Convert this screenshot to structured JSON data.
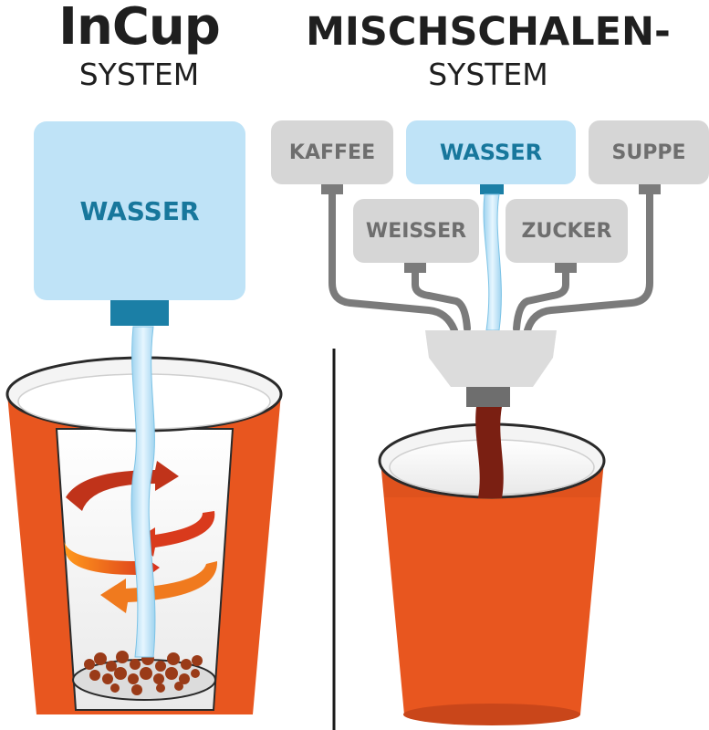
{
  "incup": {
    "title": "InCup",
    "subtitle": "SYSTEM",
    "water_label": "WASSER"
  },
  "mixing": {
    "title": "MISCHSCHALEN-",
    "subtitle": "SYSTEM",
    "ingredients": {
      "kaffee": "KAFFEE",
      "wasser": "WASSER",
      "suppe": "SUPPE",
      "weisser": "WEISSER",
      "zucker": "ZUCKER"
    }
  },
  "colors": {
    "water_box": "#bfe3f7",
    "water_text": "#17779c",
    "nozzle": "#1b7fa6",
    "cup": "#e8561f",
    "cup_dark": "#c9461a",
    "pipe": "#7b7b7b",
    "ingredient_box": "#d6d6d6",
    "coffee_stream": "#7a1f12",
    "swirl": "#e3401f"
  }
}
